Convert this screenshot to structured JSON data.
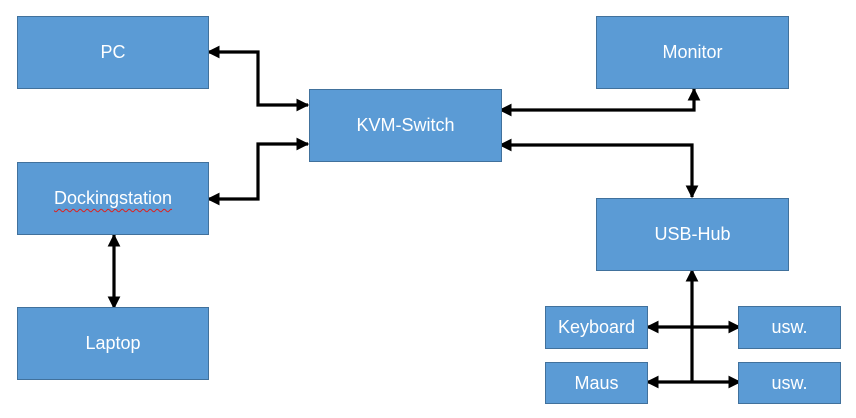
{
  "diagram": {
    "nodes": {
      "pc": "PC",
      "kvm": "KVM-Switch",
      "monitor": "Monitor",
      "dock": "Dockingstation",
      "laptop": "Laptop",
      "usbhub": "USB-Hub",
      "keyboard": "Keyboard",
      "maus": "Maus",
      "usw1": "usw.",
      "usw2": "usw."
    },
    "colors": {
      "box_fill": "#5b9bd5",
      "box_border": "#41719c",
      "box_text": "#ffffff",
      "connector": "#000000",
      "spellcheck_underline": "#e0201b"
    },
    "edges": [
      {
        "from": "pc",
        "to": "kvm",
        "style": "bidirectional"
      },
      {
        "from": "dock",
        "to": "kvm",
        "style": "bidirectional"
      },
      {
        "from": "kvm",
        "to": "monitor",
        "style": "bidirectional"
      },
      {
        "from": "kvm",
        "to": "usbhub",
        "style": "bidirectional"
      },
      {
        "from": "dock",
        "to": "laptop",
        "style": "bidirectional"
      },
      {
        "from": "usbhub",
        "to": "keyboard",
        "style": "bidirectional"
      },
      {
        "from": "usbhub",
        "to": "maus",
        "style": "bidirectional"
      },
      {
        "from": "usbhub",
        "to": "usw1",
        "style": "bidirectional"
      },
      {
        "from": "usbhub",
        "to": "usw2",
        "style": "bidirectional"
      }
    ]
  }
}
